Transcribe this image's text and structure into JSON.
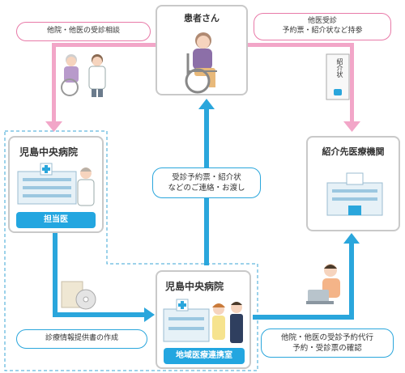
{
  "patient": {
    "title": "患者さん"
  },
  "left_hospital": {
    "title": "児島中央病院",
    "label": "担当医"
  },
  "center_hospital": {
    "title": "児島中央病院",
    "label": "地域医療連携室"
  },
  "referral": {
    "title": "紹介先医療機関"
  },
  "labels": {
    "consult": "他院・他医の受診相談",
    "bring_line1": "他医受診",
    "bring_line2": "予約票・紹介状など持参",
    "handover_line1": "受診予約票・紹介状",
    "handover_line2": "などのご連絡・お渡し",
    "document": "診療情報提供書の作成",
    "booking_line1": "他院・他医の受診予約代行",
    "booking_line2": "予約・受診票の確認",
    "envelope": "紹介状"
  },
  "colors": {
    "pink": "#f2a6c8",
    "blue": "#2aa6dc",
    "label_blue": "#23a6e0"
  }
}
